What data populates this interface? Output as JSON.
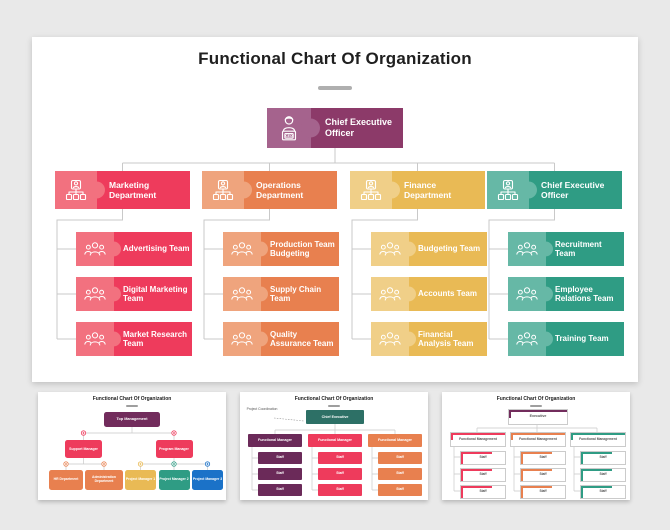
{
  "colors": {
    "background": "#E9E9E9",
    "slide": "#FFFFFF",
    "title_text": "#1F1F1F",
    "divider": "#AFAFAF",
    "connector": "#C9C9C9",
    "ceo_purple": "#8C3A69",
    "ceo_purple_light": "#A5638D",
    "red": "#EE3B5C",
    "red_light": "#F2717F",
    "orange": "#E8804F",
    "orange_light": "#EFA47D",
    "yellow": "#E9BA55",
    "yellow_light": "#F0CF88",
    "teal": "#2F9C84",
    "teal_light": "#66B8A6",
    "thumb_purple": "#722C5C",
    "thumb_plum": "#6B2A59",
    "thumb_teal_dark": "#2D7066",
    "thumb_blue": "#1B72C8"
  },
  "slide": {
    "title": "Functional Chart Of Organization",
    "ceo": {
      "label": "Chief Executive Officer",
      "icon": "ceo-person-icon"
    },
    "departments": [
      {
        "label": "Marketing Department",
        "color": "#EE3B5C",
        "icon": "hierarchy-icon",
        "teams": [
          "Advertising Team",
          "Digital Marketing Team",
          "Market Research Team"
        ]
      },
      {
        "label": "Operations Department",
        "color": "#E8804F",
        "icon": "hierarchy-icon",
        "teams": [
          "Production Team Budgeting",
          "Supply Chain Team",
          "Quality Assurance Team"
        ]
      },
      {
        "label": "Finance Department",
        "color": "#E9BA55",
        "icon": "hierarchy-icon",
        "teams": [
          "Budgeting Team",
          "Accounts Team",
          "Financial Analysis Team"
        ]
      },
      {
        "label": "Chief Executive Officer",
        "color": "#2F9C84",
        "icon": "hierarchy-icon",
        "teams": [
          "Recruitment Team",
          "Employee Relations Team",
          "Training Team"
        ]
      }
    ]
  },
  "thumbnails": [
    {
      "title": "Functional Chart Of Organization",
      "root": "Top Management",
      "managers": [
        "Support Manager",
        "Program Manager"
      ],
      "leaves": [
        "HR Department",
        "Administration Department",
        "Project Manager 1",
        "Project Manager 2",
        "Project Manager 3"
      ]
    },
    {
      "title": "Functional Chart Of Organization",
      "annotation": "Project Coordination",
      "root": "Chief Executive",
      "columns": [
        {
          "header": "Functional Manager",
          "staff": [
            "Staff",
            "Staff",
            "Staff"
          ]
        },
        {
          "header": "Functional Manager",
          "staff": [
            "Staff",
            "Staff",
            "Staff"
          ]
        },
        {
          "header": "Functional Manager",
          "staff": [
            "Staff",
            "Staff",
            "Staff"
          ]
        }
      ]
    },
    {
      "title": "Functional Chart Of Organization",
      "root": "Executive",
      "columns": [
        {
          "header": "Functional Management",
          "staff": [
            "Staff",
            "Staff",
            "Staff"
          ]
        },
        {
          "header": "Functional Management",
          "staff": [
            "Staff",
            "Staff",
            "Staff"
          ]
        },
        {
          "header": "Functional Management",
          "staff": [
            "Staff",
            "Staff",
            "Staff"
          ]
        }
      ]
    }
  ]
}
